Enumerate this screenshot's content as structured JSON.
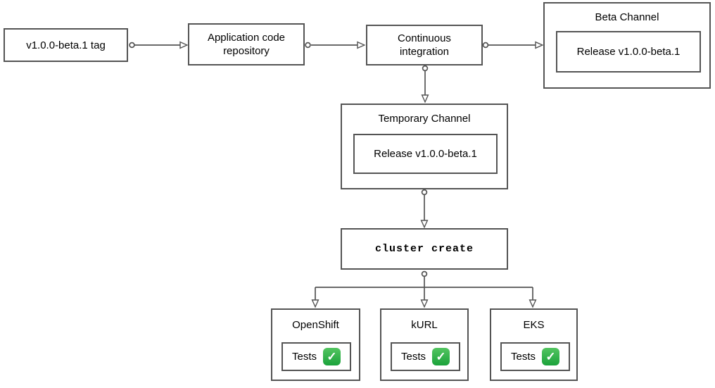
{
  "diagram": {
    "type": "flowchart",
    "nodes": {
      "tag": {
        "label": "v1.0.0-beta.1 tag"
      },
      "repo": {
        "label": "Application code repository"
      },
      "ci": {
        "label": "Continuous integration"
      },
      "beta_channel": {
        "title": "Beta Channel",
        "release": "Release v1.0.0-beta.1"
      },
      "temp_channel": {
        "title": "Temporary Channel",
        "release": "Release v1.0.0-beta.1"
      },
      "cluster_create": {
        "label": "cluster create"
      },
      "clusters": [
        {
          "title": "OpenShift",
          "tests_label": "Tests",
          "status": "passed"
        },
        {
          "title": "kURL",
          "tests_label": "Tests",
          "status": "passed"
        },
        {
          "title": "EKS",
          "tests_label": "Tests",
          "status": "passed"
        }
      ]
    },
    "edges": [
      {
        "from": "tag",
        "to": "repo"
      },
      {
        "from": "repo",
        "to": "ci"
      },
      {
        "from": "ci",
        "to": "beta_channel"
      },
      {
        "from": "ci",
        "to": "temp_channel"
      },
      {
        "from": "temp_channel",
        "to": "cluster_create"
      },
      {
        "from": "cluster_create",
        "to": "OpenShift"
      },
      {
        "from": "cluster_create",
        "to": "kURL"
      },
      {
        "from": "cluster_create",
        "to": "EKS"
      }
    ]
  },
  "icons": {
    "check_glyph": "✓"
  },
  "colors": {
    "border": "#545454",
    "connector": "#545454",
    "text": "#000000",
    "bg": "#ffffff",
    "check_green_top": "#53c561",
    "check_green_bottom": "#1ba23b"
  }
}
